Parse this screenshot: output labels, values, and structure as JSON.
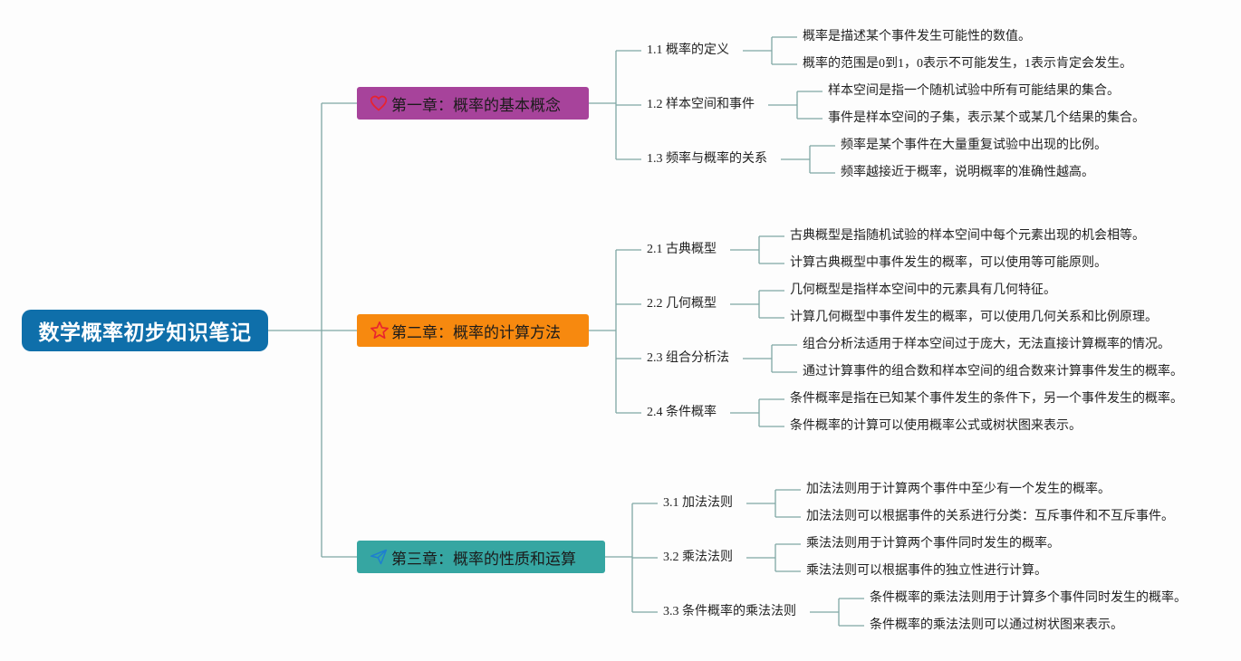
{
  "root": "数学概率初步知识笔记",
  "colors": {
    "root": "#0f6faa",
    "ch1": "#a7439b",
    "ch2": "#f7890f",
    "ch3": "#36a6a2",
    "line": "#7fa7a4"
  },
  "chapters": [
    {
      "title": "第一章：概率的基本概念",
      "icon": "heart-icon",
      "sections": [
        {
          "title": "1.1 概率的定义",
          "leaves": [
            "概率是描述某个事件发生可能性的数值。",
            "概率的范围是0到1，0表示不可能发生，1表示肯定会发生。"
          ]
        },
        {
          "title": "1.2 样本空间和事件",
          "leaves": [
            "样本空间是指一个随机试验中所有可能结果的集合。",
            "事件是样本空间的子集，表示某个或某几个结果的集合。"
          ]
        },
        {
          "title": "1.3 频率与概率的关系",
          "leaves": [
            "频率是某个事件在大量重复试验中出现的比例。",
            "频率越接近于概率，说明概率的准确性越高。"
          ]
        }
      ]
    },
    {
      "title": "第二章：概率的计算方法",
      "icon": "star-icon",
      "sections": [
        {
          "title": "2.1 古典概型",
          "leaves": [
            "古典概型是指随机试验的样本空间中每个元素出现的机会相等。",
            "计算古典概型中事件发生的概率，可以使用等可能原则。"
          ]
        },
        {
          "title": "2.2 几何概型",
          "leaves": [
            "几何概型是指样本空间中的元素具有几何特征。",
            "计算几何概型中事件发生的概率，可以使用几何关系和比例原理。"
          ]
        },
        {
          "title": "2.3 组合分析法",
          "leaves": [
            "组合分析法适用于样本空间过于庞大，无法直接计算概率的情况。",
            "通过计算事件的组合数和样本空间的组合数来计算事件发生的概率。"
          ]
        },
        {
          "title": "2.4 条件概率",
          "leaves": [
            "条件概率是指在已知某个事件发生的条件下，另一个事件发生的概率。",
            "条件概率的计算可以使用概率公式或树状图来表示。"
          ]
        }
      ]
    },
    {
      "title": "第三章：概率的性质和运算",
      "icon": "paper-plane-icon",
      "sections": [
        {
          "title": "3.1 加法法则",
          "leaves": [
            "加法法则用于计算两个事件中至少有一个发生的概率。",
            "加法法则可以根据事件的关系进行分类：互斥事件和不互斥事件。"
          ]
        },
        {
          "title": "3.2 乘法法则",
          "leaves": [
            "乘法法则用于计算两个事件同时发生的概率。",
            "乘法法则可以根据事件的独立性进行计算。"
          ]
        },
        {
          "title": "3.3 条件概率的乘法法则",
          "leaves": [
            "条件概率的乘法法则用于计算多个事件同时发生的概率。",
            "条件概率的乘法法则可以通过树状图来表示。"
          ]
        }
      ]
    }
  ]
}
